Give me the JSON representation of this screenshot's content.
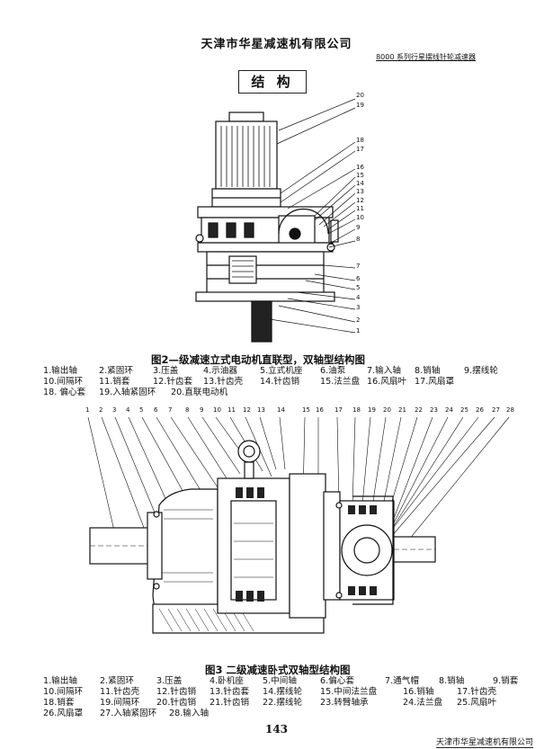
{
  "header": {
    "company": "天津市华星减速机有限公司",
    "series": "8000 系列行星摆线针轮减速器"
  },
  "section_title": "结 构",
  "figure2": {
    "caption": "图2—级减速立式电动机直联型，双轴型结构图",
    "callouts": [
      "20",
      "19",
      "18",
      "17",
      "16",
      "15",
      "14",
      "13",
      "12",
      "11",
      "10",
      "9",
      "8",
      "7",
      "6",
      "5",
      "4",
      "3",
      "2",
      "1"
    ],
    "legend": [
      [
        "1.输出轴",
        "2.紧固环",
        "3.压盖",
        "4.示油器",
        "5.立式机座",
        "6.油泵",
        "7.输入轴",
        "8.销轴",
        "9.摆线轮"
      ],
      [
        "10.间隔环",
        "11.销套",
        "12.针齿套",
        "13.针齿壳",
        "14.针齿销",
        "15.法兰盘",
        "16.风扇叶",
        "17.风扇罩"
      ],
      [
        "18. 偏心套",
        "19.入轴紧固环",
        "20.直联电动机"
      ]
    ]
  },
  "figure3": {
    "callouts": [
      "1",
      "2",
      "3",
      "4",
      "5",
      "6",
      "7",
      "8",
      "9",
      "10",
      "11",
      "12",
      "13",
      "14",
      "15",
      "16",
      "17",
      "18",
      "19",
      "20",
      "21",
      "22",
      "23",
      "24",
      "25",
      "26",
      "27",
      "28"
    ],
    "caption": "图3   二级减速卧式双轴型结构图",
    "legend": [
      [
        "1.输出轴",
        "2.紧固环",
        "3.压盖",
        "4.卧机座",
        "5.中间轴",
        "6.偏心套",
        "7.通气帽",
        "8.销轴",
        "9.销套"
      ],
      [
        "10.间隔环",
        "11.针齿壳",
        "12.针齿销",
        "13.针齿套",
        "14.摆线轮",
        "15.中间法兰盘",
        "16.销轴",
        "17.针齿壳"
      ],
      [
        "18.销套",
        "19.间隔环",
        "20.针齿销",
        "21.针齿销",
        "22.摆线轮",
        "23.转臂轴承",
        "24.法兰盘",
        "25.风扇叶"
      ],
      [
        "26.风扇罩",
        "27.入轴紧固环",
        "28.输入轴"
      ]
    ]
  },
  "footer": {
    "page_number": "143",
    "company": "天津市华星减速机有限公司"
  }
}
